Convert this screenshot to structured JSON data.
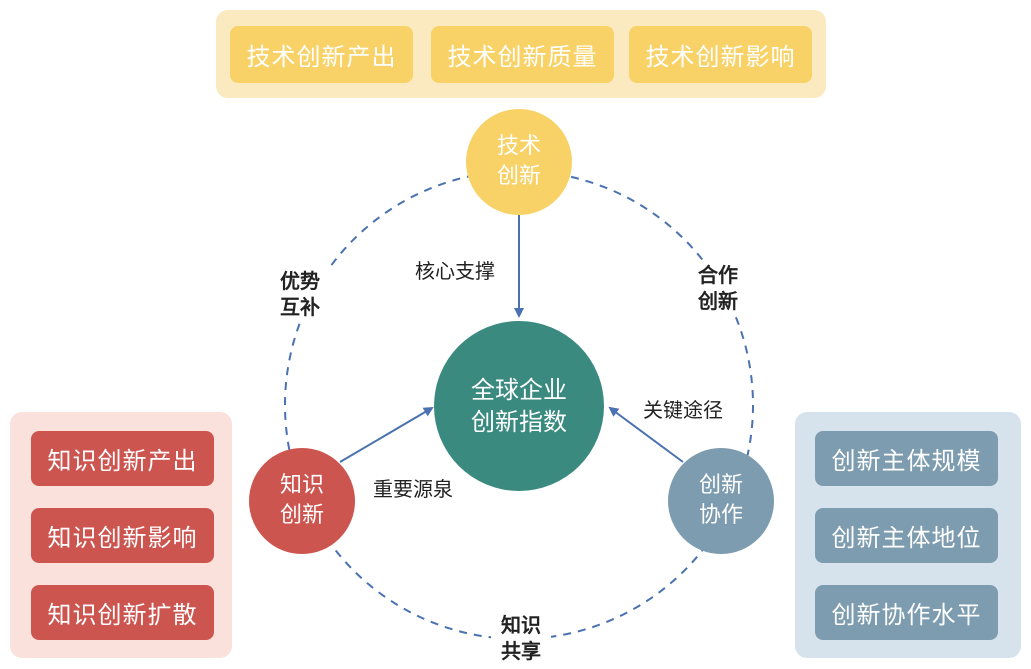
{
  "top_group": {
    "color": "#fbe9c0",
    "chip_color": "#f8d267",
    "items": [
      "技术创新产出",
      "技术创新质量",
      "技术创新影响"
    ]
  },
  "left_group": {
    "color": "#fbe1dc",
    "chip_color": "#cd5550",
    "items": [
      "知识创新产出",
      "知识创新影响",
      "知识创新扩散"
    ]
  },
  "right_group": {
    "color": "#d6e3ec",
    "chip_color": "#7d9caf",
    "items": [
      "创新主体规模",
      "创新主体地位",
      "创新协作水平"
    ]
  },
  "nodes": {
    "center": {
      "line1": "全球企业",
      "line2": "创新指数",
      "color": "#3a8a80"
    },
    "tech": {
      "line1": "技术",
      "line2": "创新",
      "color": "#f8d267"
    },
    "knowledge": {
      "line1": "知识",
      "line2": "创新",
      "color": "#cd5550"
    },
    "collab": {
      "line1": "创新",
      "line2": "协作",
      "color": "#7d9caf"
    }
  },
  "arrow_labels": {
    "tech_to_center": "核心支撑",
    "knowledge_to_center": "重要源泉",
    "collab_to_center": "关键途径"
  },
  "ring_labels": {
    "left": {
      "line1": "优势",
      "line2": "互补"
    },
    "right": {
      "line1": "合作",
      "line2": "创新"
    },
    "bottom": {
      "line1": "知识",
      "line2": "共享"
    }
  },
  "line_color": "#4a72b0"
}
